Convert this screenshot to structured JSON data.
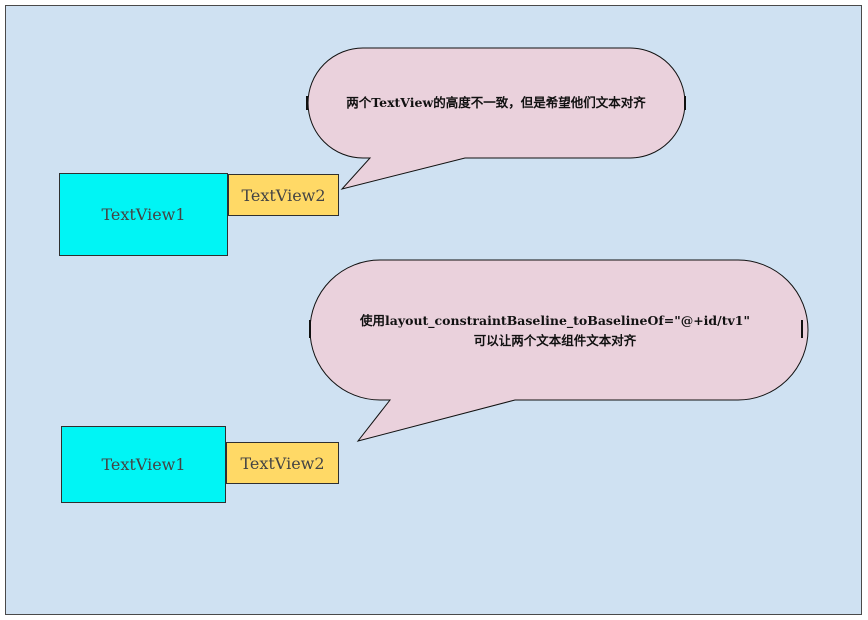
{
  "example1": {
    "textview1": "TextView1",
    "textview2": "TextView2",
    "note": "两个TextView的高度不一致，但是希望他们文本对齐"
  },
  "example2": {
    "textview1": "TextView1",
    "textview2": "TextView2",
    "note_line1": "使用layout_constraintBaseline_toBaselineOf=\"@+id/tv1\"",
    "note_line2": "可以让两个文本组件文本对齐"
  },
  "colors": {
    "background": "#cfe1f2",
    "textview1_fill": "#00f5f5",
    "textview2_fill": "#ffd966",
    "bubble_fill": "#ead1dc"
  }
}
